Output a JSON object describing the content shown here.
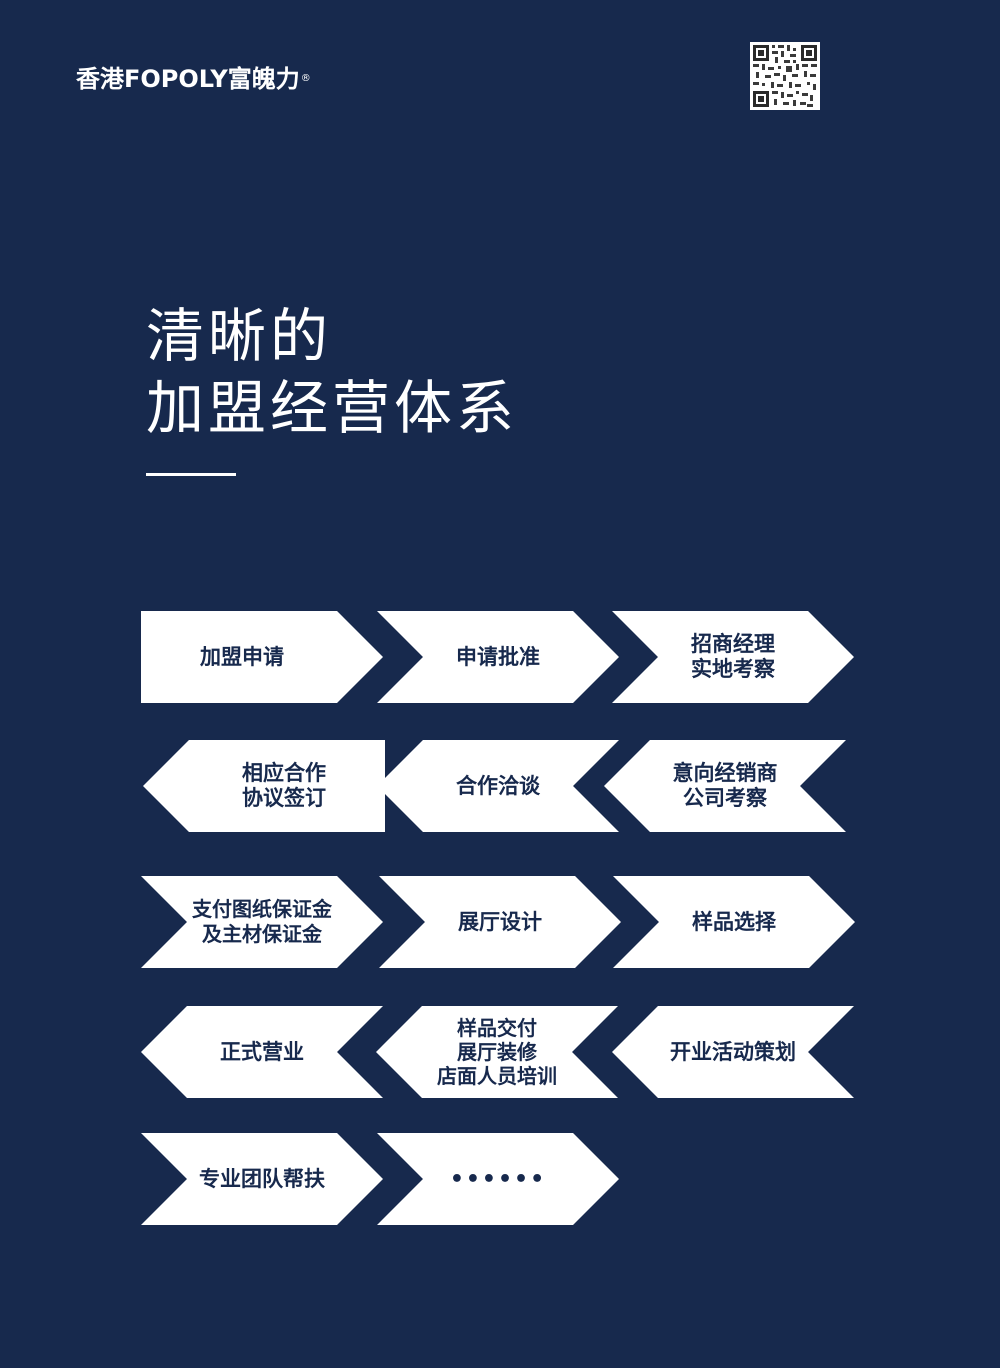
{
  "brand": {
    "logo_text": "香港FOPOLY富魄力",
    "registered_mark": "®"
  },
  "qr_code": {
    "icon": "qr-code-icon"
  },
  "headline": {
    "line1": "清晰的",
    "line2": "加盟经营体系"
  },
  "colors": {
    "background": "#17294d",
    "arrow": "#ffffff",
    "arrow_text": "#17294d"
  },
  "flow_steps": [
    {
      "label": "加盟申请",
      "direction": "right"
    },
    {
      "label": "申请批准",
      "direction": "right"
    },
    {
      "label": "招商经理\n实地考察",
      "direction": "right"
    },
    {
      "label": "相应合作\n协议签订",
      "direction": "left"
    },
    {
      "label": "合作洽谈",
      "direction": "left"
    },
    {
      "label": "意向经销商\n公司考察",
      "direction": "left"
    },
    {
      "label": "支付图纸保证金\n及主材保证金",
      "direction": "right"
    },
    {
      "label": "展厅设计",
      "direction": "right"
    },
    {
      "label": "样品选择",
      "direction": "right"
    },
    {
      "label": "正式营业",
      "direction": "left"
    },
    {
      "label": "样品交付\n展厅装修\n店面人员培训",
      "direction": "left"
    },
    {
      "label": "开业活动策划",
      "direction": "left"
    },
    {
      "label": "专业团队帮扶",
      "direction": "right"
    },
    {
      "label": "••••••",
      "direction": "right"
    }
  ]
}
